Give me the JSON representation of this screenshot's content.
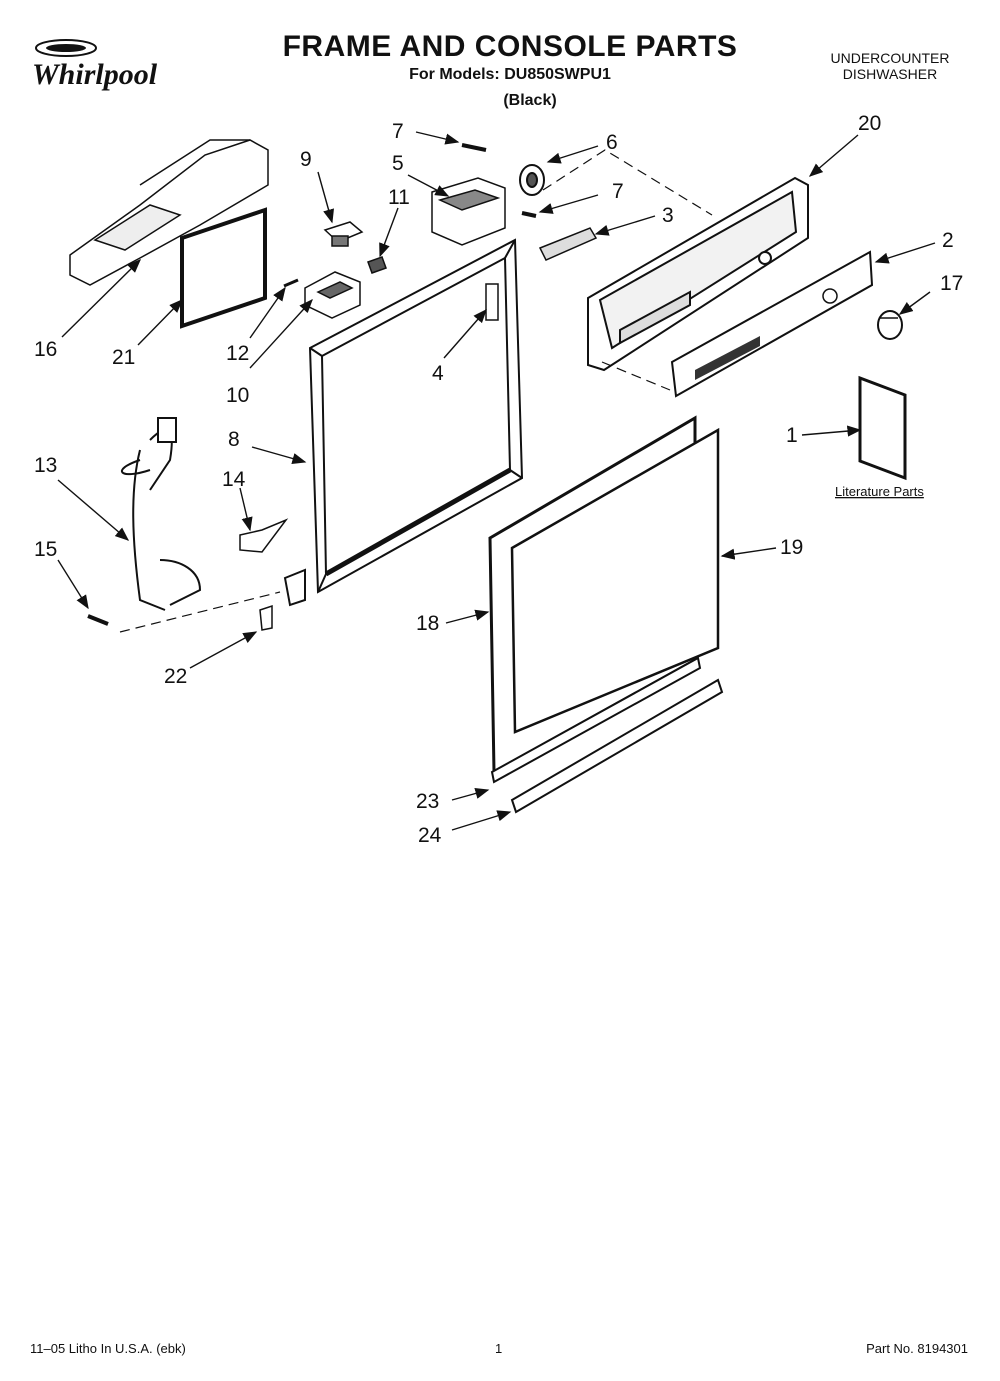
{
  "header": {
    "brand": "Whirlpool",
    "title": "FRAME AND CONSOLE PARTS",
    "models": "For Models: DU850SWPU1",
    "variant": "(Black)",
    "product_line1": "UNDERCOUNTER",
    "product_line2": "DISHWASHER"
  },
  "callouts": {
    "c1": "1",
    "c2": "2",
    "c3": "3",
    "c4": "4",
    "c5": "5",
    "c6": "6",
    "c7a": "7",
    "c7b": "7",
    "c8": "8",
    "c9": "9",
    "c10": "10",
    "c11": "11",
    "c12": "12",
    "c13": "13",
    "c14": "14",
    "c15": "15",
    "c16": "16",
    "c17": "17",
    "c18": "18",
    "c19": "19",
    "c20": "20",
    "c21": "21",
    "c22": "22",
    "c23": "23",
    "c24": "24"
  },
  "literature_label": "Literature Parts",
  "footer": {
    "litho": "11–05 Litho In U.S.A. (ebk)",
    "page": "1",
    "part_no": "Part No. 8194301"
  }
}
